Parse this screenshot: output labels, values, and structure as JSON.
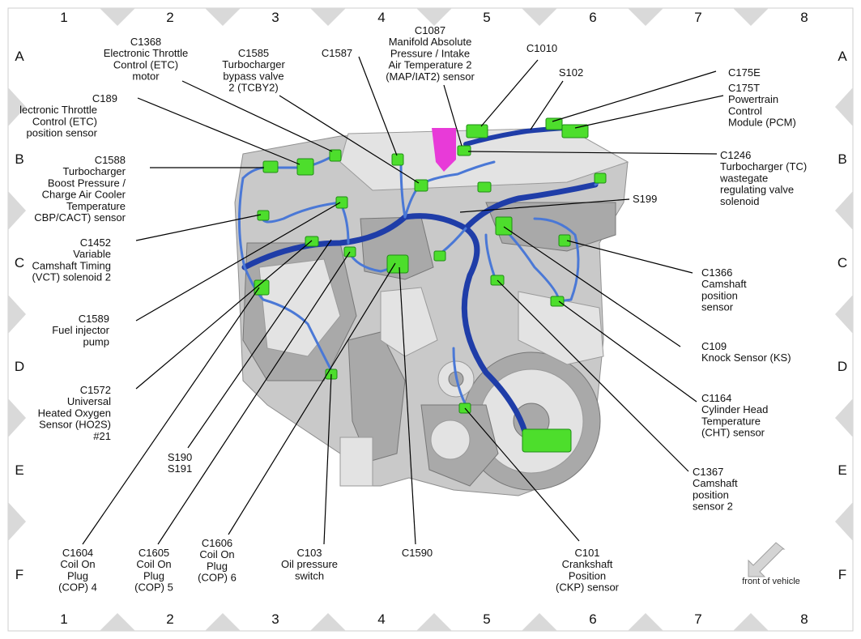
{
  "grid": {
    "columns": [
      "1",
      "2",
      "3",
      "4",
      "5",
      "6",
      "7",
      "8"
    ],
    "rows": [
      "A",
      "B",
      "C",
      "D",
      "E",
      "F"
    ]
  },
  "callouts": [
    {
      "id": "c1368",
      "lines": [
        "C1368",
        "Electronic Throttle",
        "Control (ETC)",
        "motor"
      ]
    },
    {
      "id": "c1585",
      "lines": [
        "C1585",
        "Turbocharger",
        "bypass valve",
        "2 (TCBY2)"
      ]
    },
    {
      "id": "c1587",
      "lines": [
        "C1587"
      ]
    },
    {
      "id": "c1087",
      "lines": [
        "C1087",
        "Manifold Absolute",
        "Pressure / Intake",
        "Air Temperature 2",
        "(MAP/IAT2) sensor"
      ]
    },
    {
      "id": "c1010",
      "lines": [
        "C1010"
      ]
    },
    {
      "id": "s102",
      "lines": [
        "S102"
      ]
    },
    {
      "id": "c175e",
      "lines": [
        "C175E"
      ]
    },
    {
      "id": "c175t",
      "lines": [
        "C175T",
        "Powertrain",
        "Control",
        "Module (PCM)"
      ]
    },
    {
      "id": "c189",
      "lines": [
        "C189",
        "lectronic Throttle",
        "Control (ETC)",
        "position sensor"
      ]
    },
    {
      "id": "c1588",
      "lines": [
        "C1588",
        "Turbocharger",
        "Boost Pressure /",
        "Charge Air Cooler",
        "Temperature",
        "CBP/CACT) sensor"
      ]
    },
    {
      "id": "c1246",
      "lines": [
        "C1246",
        "Turbocharger (TC)",
        "wastegate",
        "regulating valve",
        "solenoid"
      ]
    },
    {
      "id": "s199",
      "lines": [
        "S199"
      ]
    },
    {
      "id": "c1452",
      "lines": [
        "C1452",
        "Variable",
        "Camshaft Timing",
        "(VCT) solenoid 2"
      ]
    },
    {
      "id": "c1366",
      "lines": [
        "C1366",
        "Camshaft",
        "position",
        "sensor"
      ]
    },
    {
      "id": "c1589",
      "lines": [
        "C1589",
        "Fuel injector",
        "pump"
      ]
    },
    {
      "id": "c109",
      "lines": [
        "C109",
        "Knock Sensor (KS)"
      ]
    },
    {
      "id": "c1572",
      "lines": [
        "C1572",
        "Universal",
        "Heated Oxygen",
        "Sensor (HO2S)",
        "#21"
      ]
    },
    {
      "id": "c1164",
      "lines": [
        "C1164",
        "Cylinder Head",
        "Temperature",
        "(CHT) sensor"
      ]
    },
    {
      "id": "s190",
      "lines": [
        "S190",
        "S191"
      ]
    },
    {
      "id": "c1367",
      "lines": [
        "C1367",
        "Camshaft",
        "position",
        "sensor 2"
      ]
    },
    {
      "id": "c1604",
      "lines": [
        "C1604",
        "Coil On",
        "Plug",
        "(COP) 4"
      ]
    },
    {
      "id": "c1605",
      "lines": [
        "C1605",
        "Coil On",
        "Plug",
        "(COP) 5"
      ]
    },
    {
      "id": "c1606",
      "lines": [
        "C1606",
        "Coil On",
        "Plug",
        "(COP) 6"
      ]
    },
    {
      "id": "c103",
      "lines": [
        "C103",
        "Oil pressure",
        "switch"
      ]
    },
    {
      "id": "c1590",
      "lines": [
        "C1590"
      ]
    },
    {
      "id": "c101",
      "lines": [
        "C101",
        "Crankshaft",
        "Position",
        "(CKP) sensor"
      ]
    }
  ],
  "front_indicator": "front of vehicle",
  "colors": {
    "connector": "#4dde2c",
    "harness": "#1f3da8",
    "harness_light": "#4a78d6",
    "highlight": "#e83ad8",
    "engine": "#c9c9c9"
  }
}
